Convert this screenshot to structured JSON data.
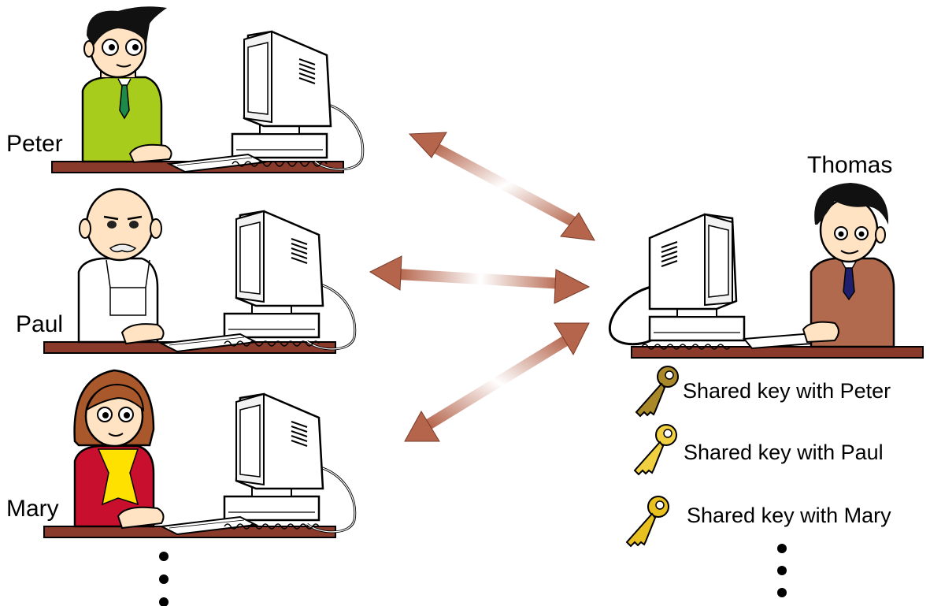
{
  "left_people": [
    {
      "name": "Peter",
      "shirt": "#a8cc1c",
      "tie": "#1e8a4a"
    },
    {
      "name": "Paul",
      "shirt": "#ffffff",
      "tie": "none"
    },
    {
      "name": "Mary",
      "shirt": "#c8102e",
      "tie": "#ffe100"
    }
  ],
  "right_person": {
    "name": "Thomas",
    "jacket": "#b26a4e",
    "tie": "#1f1f6e"
  },
  "keys": [
    {
      "label": "Shared key with Peter",
      "color": "#a9882a",
      "icon": "key-icon"
    },
    {
      "label": "Shared key with Paul",
      "color": "#f0d040",
      "icon": "key-icon"
    },
    {
      "label": "Shared key with Mary",
      "color": "#e8c020",
      "icon": "key-icon"
    }
  ],
  "arrows": {
    "color": "#b5654c",
    "fade": "#ffffff"
  },
  "ellipsis_left": "⋮",
  "ellipsis_right": "⋮",
  "colors": {
    "desk": "#8a3a2a",
    "desk_edge": "#4a1a10",
    "skin": "#ffe3c2",
    "outline": "#000000"
  }
}
